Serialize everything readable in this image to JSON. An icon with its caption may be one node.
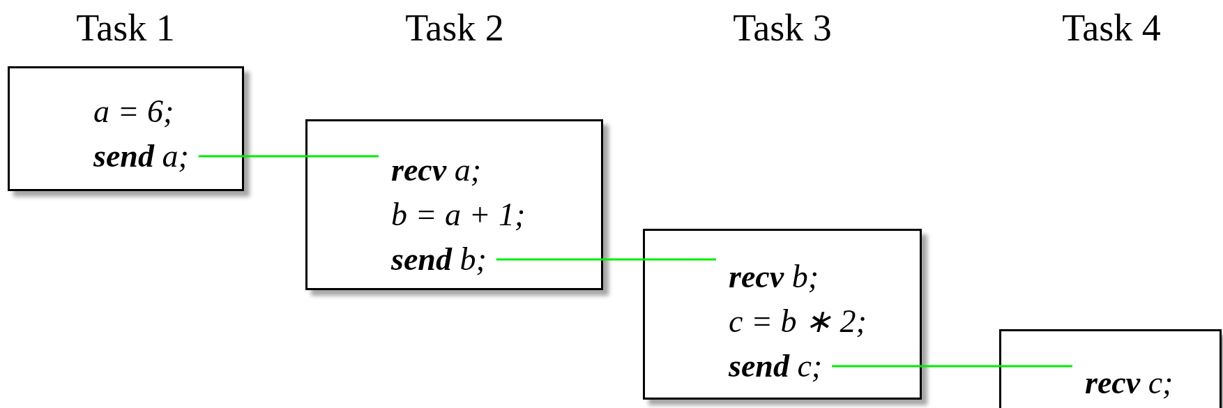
{
  "diagram": {
    "nodes": [
      {
        "text": [
          "a = 6;",
          "**send** a;"
        ]
      },
      {
        "text": [
          "**recv** a;",
          "b = a + 1;",
          "**send** b;"
        ]
      },
      {
        "text": [
          "**recv** b;",
          "c = b ∗ 2;",
          "**send** c;"
        ]
      },
      {
        "text": [
          "**recv** c;"
        ]
      }
    ],
    "edges": [
      {
        "from": 0,
        "to": 1,
        "arrow": "none",
        "color": "#00ee00"
      },
      {
        "from": 1,
        "to": 2,
        "arrow": "none",
        "color": "#00ee00"
      },
      {
        "from": 2,
        "to": 3,
        "arrow": "none",
        "color": "#00ee00"
      }
    ],
    "labels": [
      "Task 1",
      "Task 2",
      "Task 3",
      "Task 4"
    ]
  }
}
